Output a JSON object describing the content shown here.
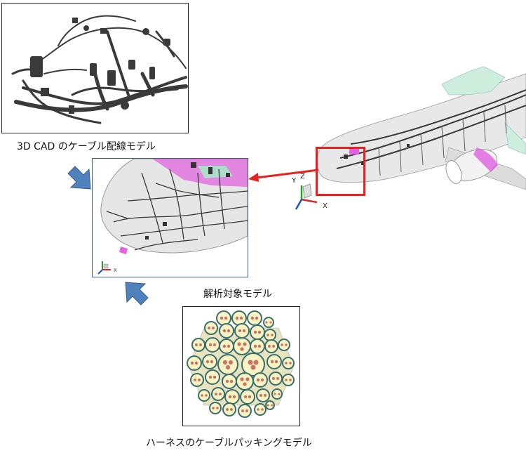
{
  "captions": {
    "cad_model": "3D CAD のケーブル配線モデル",
    "analysis_model": "解析対象モデル",
    "packing_model": "ハーネスのケーブルパッキングモデル"
  },
  "axes": {
    "x": "X",
    "y": "Y",
    "z": "Z"
  },
  "colors": {
    "arrow_blue": "#4f81bd",
    "arrow_red": "#e8201f",
    "highlight_box": "#e8201f",
    "frame_blue": "#385d8a",
    "cable_dark": "#3a3a3a",
    "magenta": "#e060e0",
    "mint": "#a8e6c8",
    "packing_fill": "#f7f3c2",
    "packing_ring": "#3b6e6e",
    "core_red": "#c0504d"
  }
}
